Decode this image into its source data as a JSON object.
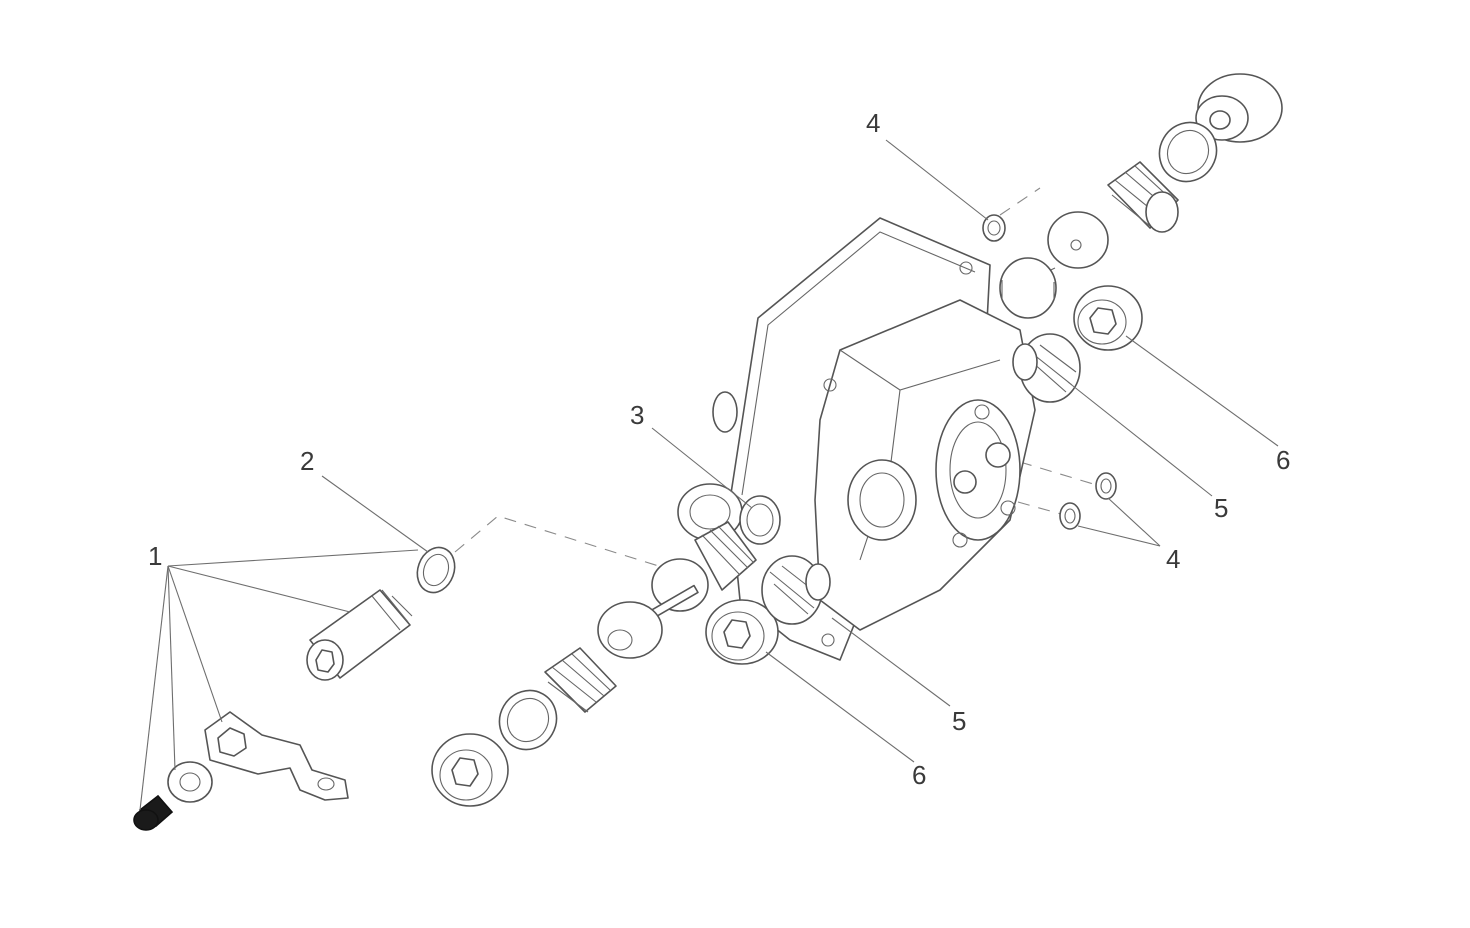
{
  "callouts": [
    {
      "id": "c1",
      "label": "1"
    },
    {
      "id": "c2",
      "label": "2"
    },
    {
      "id": "c3",
      "label": "3"
    },
    {
      "id": "c4a",
      "label": "4"
    },
    {
      "id": "c4b",
      "label": "4"
    },
    {
      "id": "c5a",
      "label": "5"
    },
    {
      "id": "c5b",
      "label": "5"
    },
    {
      "id": "c6a",
      "label": "6"
    },
    {
      "id": "c6b",
      "label": "6"
    }
  ]
}
